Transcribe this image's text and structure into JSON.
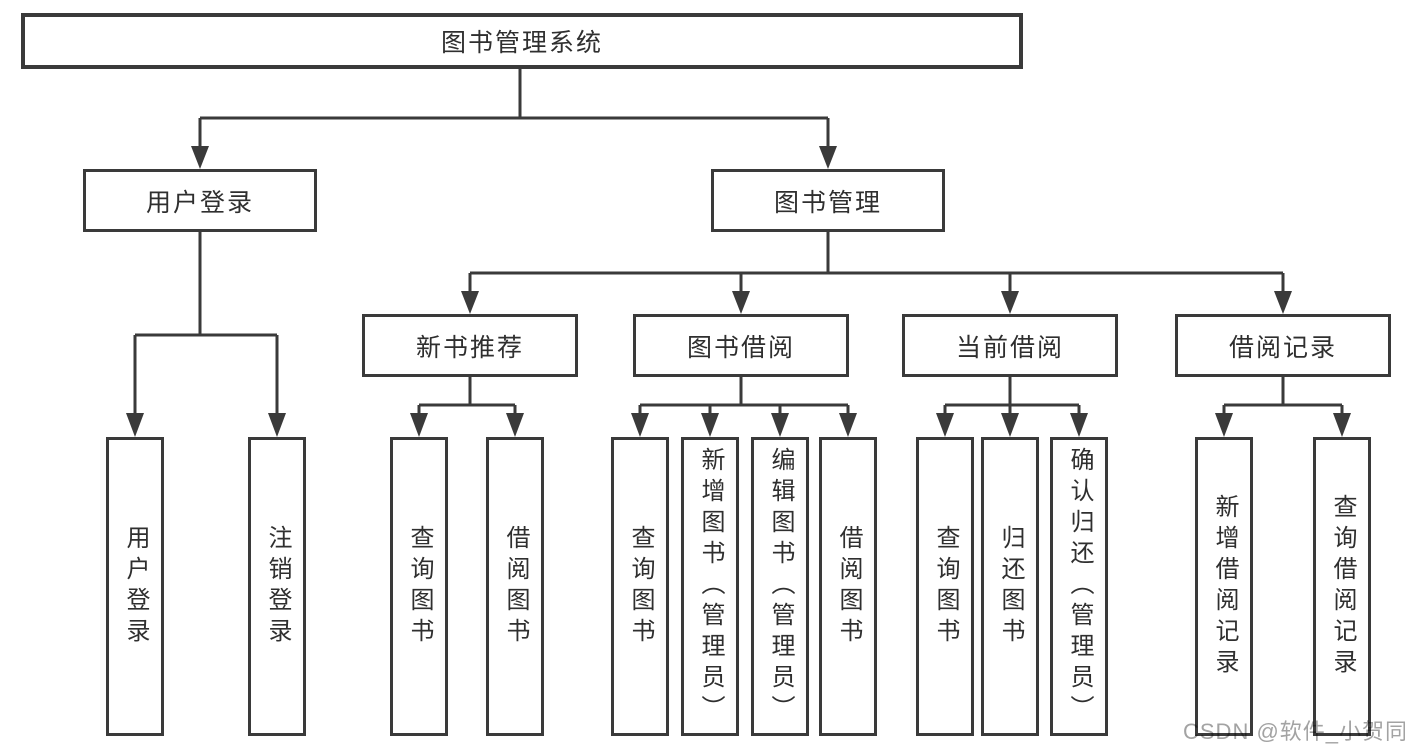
{
  "tree": {
    "root": {
      "label": "图书管理系统"
    },
    "branches": [
      {
        "label": "用户登录",
        "children": [
          {
            "label": "用户登录"
          },
          {
            "label": "注销登录"
          }
        ]
      },
      {
        "label": "图书管理",
        "groups": [
          {
            "label": "新书推荐",
            "children": [
              {
                "label": "查询图书"
              },
              {
                "label": "借阅图书"
              }
            ]
          },
          {
            "label": "图书借阅",
            "children": [
              {
                "label": "查询图书"
              },
              {
                "label": "新增图书（管理员）"
              },
              {
                "label": "编辑图书（管理员）"
              },
              {
                "label": "借阅图书"
              }
            ]
          },
          {
            "label": "当前借阅",
            "children": [
              {
                "label": "查询图书"
              },
              {
                "label": "归还图书"
              },
              {
                "label": "确认归还（管理员）"
              }
            ]
          },
          {
            "label": "借阅记录",
            "children": [
              {
                "label": "新增借阅记录"
              },
              {
                "label": "查询借阅记录"
              }
            ]
          }
        ]
      }
    ]
  },
  "watermark": {
    "text": "CSDN @软件_小贺同学"
  },
  "colors": {
    "background": "#ffffff",
    "line": "#3a3a3a",
    "box_border": "#3a3a3a",
    "box_fill": "#ffffff",
    "text": "#2f2f2f",
    "watermark": "#a3a3a3"
  }
}
